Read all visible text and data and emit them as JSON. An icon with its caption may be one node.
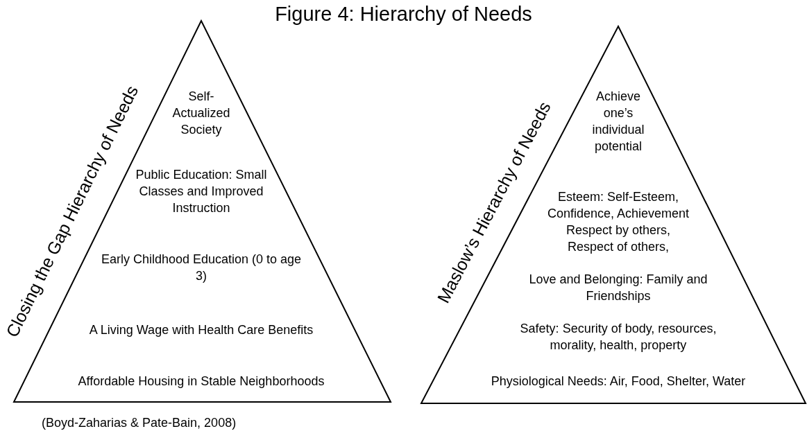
{
  "diagram": {
    "title": "Figure 4: Hierarchy of Needs",
    "nodes": [
      {
        "text": [
          "Closing the Gap Hierarchy of Needs",
          "Self- Actualized Society",
          "Public Education: Small Classes and Improved Instruction",
          "Early Childhood Education (0 to age 3)",
          "A Living Wage with Health Care Benefits",
          "Affordable Housing in Stable Neighborhoods"
        ],
        "beside": [
          "(Boyd-Zaharias & Pate-Bain, 2008)"
        ]
      },
      {
        "text": [
          "Maslow’s Hierarchy of Needs",
          "Achieve one’s individual potential",
          "Esteem: Self-Esteem, Confidence, Achievement",
          "Respect by others, Respect of others,",
          "Love and Belonging: Family and Friendships",
          "Safety: Security of body, resources, morality, health, property",
          "Physiological Needs: Air, Food, Shelter, Water"
        ]
      }
    ]
  }
}
